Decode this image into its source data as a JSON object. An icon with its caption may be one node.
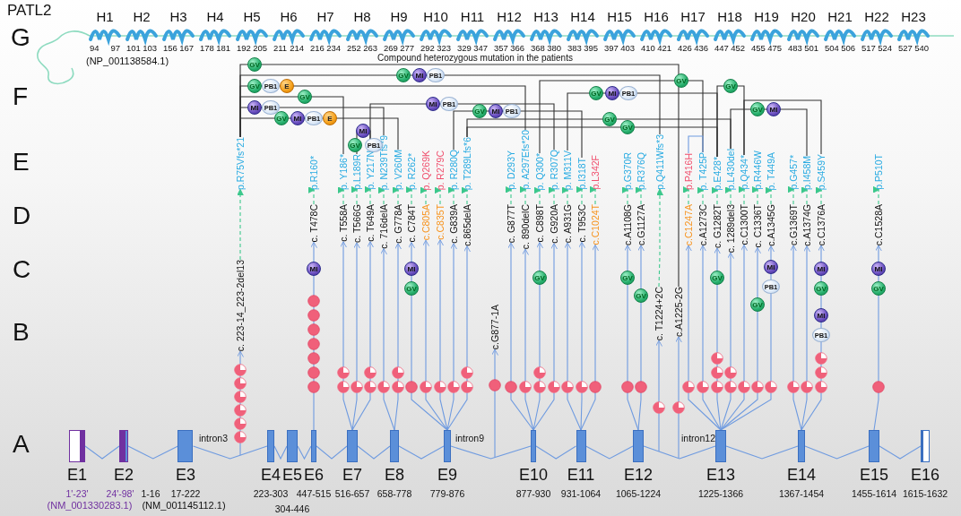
{
  "diagram": {
    "title": "PATL2",
    "nodes": [
      {
        "text": [
          "p.R75Vfs*21"
        ]
      },
      {
        "text": [
          "p.R160*"
        ]
      },
      {
        "text": [
          "p. Y186*"
        ]
      },
      {
        "text": [
          "p.L189R"
        ]
      },
      {
        "text": [
          "p. Y217N"
        ]
      },
      {
        "text": [
          "p. N239Tfs*9"
        ]
      },
      {
        "text": [
          "p. V260M"
        ]
      },
      {
        "text": [
          "p. R262*"
        ]
      },
      {
        "text": [
          "p. Q269K"
        ]
      },
      {
        "text": [
          "p. R279C"
        ]
      },
      {
        "text": [
          "p. R280Q"
        ]
      },
      {
        "text": [
          "p. T289Lfs*6"
        ]
      },
      {
        "text": [
          "p. D293Y"
        ]
      },
      {
        "text": [
          "p. A297Efs*20"
        ]
      },
      {
        "text": [
          "p. Q300*"
        ]
      },
      {
        "text": [
          "p. R307Q"
        ]
      },
      {
        "text": [
          "p. M311V"
        ]
      },
      {
        "text": [
          "p.I318T"
        ]
      },
      {
        "text": [
          "p.L342F"
        ]
      },
      {
        "text": [
          "p.G370R"
        ]
      },
      {
        "text": [
          "p.R376Q"
        ]
      },
      {
        "text": [
          "p.Q411Wfs*3"
        ]
      },
      {
        "text": [
          "p.P416H"
        ]
      },
      {
        "text": [
          "p. T425P"
        ]
      },
      {
        "text": [
          "p.E428*"
        ]
      },
      {
        "text": [
          "p.L430del"
        ]
      },
      {
        "text": [
          "p.Q434*"
        ]
      },
      {
        "text": [
          "p.R446W"
        ]
      },
      {
        "text": [
          "p. T449A"
        ]
      },
      {
        "text": [
          "p.G457*"
        ]
      },
      {
        "text": [
          "p.I458M"
        ]
      },
      {
        "text": [
          "p.S459Y"
        ]
      },
      {
        "text": [
          "p.P510T"
        ]
      },
      {
        "text": [
          "c. 223-14_223-2del13"
        ]
      },
      {
        "text": [
          "c. T478C"
        ]
      },
      {
        "text": [
          "c. T558A"
        ]
      },
      {
        "text": [
          "c. T566G"
        ]
      },
      {
        "text": [
          "c. T649A"
        ]
      },
      {
        "text": [
          "c. 716delA"
        ]
      },
      {
        "text": [
          "c. G778A"
        ]
      },
      {
        "text": [
          "c. C784T"
        ]
      },
      {
        "text": [
          "c.C805A"
        ]
      },
      {
        "text": [
          "c.C835T"
        ]
      },
      {
        "text": [
          "c. G839A"
        ]
      },
      {
        "text": [
          "c.865delA"
        ]
      },
      {
        "text": [
          "c.G877-1A"
        ]
      },
      {
        "text": [
          "c. G877T"
        ]
      },
      {
        "text": [
          "c. 890delC"
        ]
      },
      {
        "text": [
          "c. C898T"
        ]
      },
      {
        "text": [
          "c. G920A"
        ]
      },
      {
        "text": [
          "c. A931G"
        ]
      },
      {
        "text": [
          "c. T953C"
        ]
      },
      {
        "text": [
          "c.C1024T"
        ]
      },
      {
        "text": [
          "c.A1108G"
        ]
      },
      {
        "text": [
          "c.G1127A"
        ]
      },
      {
        "text": [
          "c. T1224+2C"
        ]
      },
      {
        "text": [
          "c.A1225-2G"
        ]
      },
      {
        "text": [
          "c.C1247A"
        ]
      },
      {
        "text": [
          "c.A1273C"
        ]
      },
      {
        "text": [
          "c. G1282T"
        ]
      },
      {
        "text": [
          "c. 1289del3"
        ]
      },
      {
        "text": [
          "c.C1300T"
        ]
      },
      {
        "text": [
          "c. C1336T"
        ]
      },
      {
        "text": [
          "c.A1345G"
        ]
      },
      {
        "text": [
          "c.G1369T"
        ]
      },
      {
        "text": [
          "c.A1374G"
        ]
      },
      {
        "text": [
          "c.C1376A"
        ]
      },
      {
        "text": [
          "c.C1528A"
        ]
      },
      {
        "text": [
          "E1",
          "1'-23'"
        ]
      },
      {
        "text": [
          "E2",
          "24'-98'",
          "1-16"
        ]
      },
      {
        "text": [
          "E3",
          "17-222"
        ]
      },
      {
        "text": [
          "E4",
          "223-303"
        ]
      },
      {
        "text": [
          "E5",
          "304-446"
        ]
      },
      {
        "text": [
          "E6",
          "447-515"
        ]
      },
      {
        "text": [
          "E7",
          "516-657"
        ]
      },
      {
        "text": [
          "E8",
          "658-778"
        ]
      },
      {
        "text": [
          "E9",
          "779-876"
        ]
      },
      {
        "text": [
          "E10",
          "877-930"
        ]
      },
      {
        "text": [
          "E11",
          "931-1064"
        ]
      },
      {
        "text": [
          "E12",
          "1065-1224"
        ]
      },
      {
        "text": [
          "E13",
          "1225-1366"
        ]
      },
      {
        "text": [
          "E14",
          "1367-1454"
        ]
      },
      {
        "text": [
          "E15",
          "1455-1614"
        ]
      },
      {
        "text": [
          "E16",
          "1615-1632"
        ]
      }
    ],
    "edges": [
      {
        "from": 0,
        "to": 56,
        "arrow": "none",
        "label": "GV",
        "color": "#333333"
      },
      {
        "from": 0,
        "to": 21,
        "arrow": "none",
        "label": "GV MI PB1",
        "color": "#333333"
      },
      {
        "from": 0,
        "to": 13,
        "arrow": "none",
        "label": "GV PB1 E",
        "color": "#333333"
      },
      {
        "from": 14,
        "to": 23,
        "arrow": "none",
        "label": "GV",
        "color": "#333333"
      },
      {
        "from": 24,
        "to": 26,
        "arrow": "none",
        "label": "GV",
        "color": "#333333"
      },
      {
        "from": 3,
        "to": 4,
        "arrow": "none",
        "label": "GV MI PB1",
        "color": "#333333"
      },
      {
        "from": 4,
        "to": 15,
        "arrow": "none",
        "label": "MI PB1",
        "color": "#333333"
      },
      {
        "from": 16,
        "to": 24,
        "arrow": "none",
        "label": "GV MI PB1",
        "color": "#333333"
      },
      {
        "from": 0,
        "to": 2,
        "arrow": "none",
        "label": "GV",
        "color": "#333333"
      },
      {
        "from": 10,
        "to": 17,
        "arrow": "none",
        "label": "GV MI PB1",
        "color": "#333333"
      },
      {
        "from": 25,
        "to": 30,
        "arrow": "none",
        "label": "GV MI",
        "color": "#333333"
      },
      {
        "from": 11,
        "to": 25,
        "arrow": "none",
        "label": "GV",
        "color": "#333333"
      },
      {
        "from": 0,
        "to": 5,
        "arrow": "none",
        "label": "MI PB1",
        "color": "#333333"
      },
      {
        "from": 11,
        "to": 24,
        "arrow": "none",
        "label": "GV",
        "color": "#333333"
      },
      {
        "from": 0,
        "to": 6,
        "arrow": "none",
        "label": "GV MI PB1 E",
        "color": "#333333"
      },
      {
        "from": 26,
        "to": 31,
        "arrow": "none",
        "color": "#333333"
      },
      {
        "from": 22,
        "to": 23,
        "arrow": "none"
      },
      {
        "from": 33,
        "to": 0,
        "arrow": "to",
        "style": "dashed",
        "color": "#3cc88c"
      },
      {
        "from": 34,
        "to": 1,
        "arrow": "to",
        "style": "dashed",
        "color": "#3cc88c"
      },
      {
        "from": 35,
        "to": 2,
        "arrow": "to",
        "style": "dashed",
        "color": "#3cc88c"
      },
      {
        "from": 36,
        "to": 3,
        "arrow": "to",
        "style": "dashed",
        "color": "#3cc88c"
      },
      {
        "from": 37,
        "to": 4,
        "arrow": "to",
        "style": "dashed",
        "color": "#3cc88c"
      },
      {
        "from": 38,
        "to": 5,
        "arrow": "to",
        "style": "dashed",
        "color": "#3cc88c"
      },
      {
        "from": 39,
        "to": 6,
        "arrow": "to",
        "style": "dashed",
        "color": "#3cc88c"
      },
      {
        "from": 40,
        "to": 7,
        "arrow": "to",
        "style": "dashed",
        "color": "#3cc88c"
      },
      {
        "from": 41,
        "to": 8,
        "arrow": "to",
        "style": "dashed",
        "color": "#3cc88c"
      },
      {
        "from": 42,
        "to": 9,
        "arrow": "to",
        "style": "dashed",
        "color": "#3cc88c"
      },
      {
        "from": 43,
        "to": 10,
        "arrow": "to",
        "style": "dashed",
        "color": "#3cc88c"
      },
      {
        "from": 44,
        "to": 11,
        "arrow": "to",
        "style": "dashed",
        "color": "#3cc88c"
      },
      {
        "from": 46,
        "to": 12,
        "arrow": "to",
        "style": "dashed",
        "color": "#3cc88c"
      },
      {
        "from": 47,
        "to": 13,
        "arrow": "to",
        "style": "dashed",
        "color": "#3cc88c"
      },
      {
        "from": 48,
        "to": 14,
        "arrow": "to",
        "style": "dashed",
        "color": "#3cc88c"
      },
      {
        "from": 49,
        "to": 15,
        "arrow": "to",
        "style": "dashed",
        "color": "#3cc88c"
      },
      {
        "from": 50,
        "to": 16,
        "arrow": "to",
        "style": "dashed",
        "color": "#3cc88c"
      },
      {
        "from": 51,
        "to": 17,
        "arrow": "to",
        "style": "dashed",
        "color": "#3cc88c"
      },
      {
        "from": 52,
        "to": 18,
        "arrow": "to",
        "style": "dashed",
        "color": "#3cc88c"
      },
      {
        "from": 53,
        "to": 19,
        "arrow": "to",
        "style": "dashed",
        "color": "#3cc88c"
      },
      {
        "from": 54,
        "to": 20,
        "arrow": "to",
        "style": "dashed",
        "color": "#3cc88c"
      },
      {
        "from": 55,
        "to": 21,
        "arrow": "to",
        "style": "dashed",
        "color": "#3cc88c"
      },
      {
        "from": 57,
        "to": 22,
        "arrow": "to",
        "style": "dashed",
        "color": "#3cc88c"
      },
      {
        "from": 58,
        "to": 23,
        "arrow": "to",
        "style": "dashed",
        "color": "#3cc88c"
      },
      {
        "from": 59,
        "to": 24,
        "arrow": "to",
        "style": "dashed",
        "color": "#3cc88c"
      },
      {
        "from": 60,
        "to": 25,
        "arrow": "to",
        "style": "dashed",
        "color": "#3cc88c"
      },
      {
        "from": 61,
        "to": 26,
        "arrow": "to",
        "style": "dashed",
        "color": "#3cc88c"
      },
      {
        "from": 62,
        "to": 27,
        "arrow": "to",
        "style": "dashed",
        "color": "#3cc88c"
      },
      {
        "from": 63,
        "to": 28,
        "arrow": "to",
        "style": "dashed",
        "color": "#3cc88c"
      },
      {
        "from": 64,
        "to": 29,
        "arrow": "to",
        "style": "dashed",
        "color": "#3cc88c"
      },
      {
        "from": 65,
        "to": 30,
        "arrow": "to",
        "style": "dashed",
        "color": "#3cc88c"
      },
      {
        "from": 66,
        "to": 31,
        "arrow": "to",
        "style": "dashed",
        "color": "#3cc88c"
      },
      {
        "from": 67,
        "to": 32,
        "arrow": "to",
        "style": "dashed",
        "color": "#3cc88c"
      },
      {
        "from": null,
        "to": 33,
        "arrow": "to"
      },
      {
        "from": 73,
        "to": 34,
        "arrow": "to",
        "label": "MI"
      },
      {
        "from": 74,
        "to": 35,
        "arrow": "to"
      },
      {
        "from": 74,
        "to": 36,
        "arrow": "to"
      },
      {
        "from": 74,
        "to": 37,
        "arrow": "to"
      },
      {
        "from": 75,
        "to": 38,
        "arrow": "to"
      },
      {
        "from": 75,
        "to": 39,
        "arrow": "to"
      },
      {
        "from": 76,
        "to": 40,
        "arrow": "to",
        "label": "MI GV"
      },
      {
        "from": 76,
        "to": 41,
        "arrow": "to"
      },
      {
        "from": 76,
        "to": 42,
        "arrow": "to"
      },
      {
        "from": 76,
        "to": 43,
        "arrow": "to"
      },
      {
        "from": 76,
        "to": 44,
        "arrow": "to"
      },
      {
        "from": null,
        "to": 45,
        "arrow": "to"
      },
      {
        "from": 77,
        "to": 46,
        "arrow": "to"
      },
      {
        "from": 77,
        "to": 47,
        "arrow": "to"
      },
      {
        "from": 77,
        "to": 48,
        "arrow": "to",
        "label": "GV"
      },
      {
        "from": 77,
        "to": 49,
        "arrow": "to"
      },
      {
        "from": 78,
        "to": 50,
        "arrow": "to"
      },
      {
        "from": 78,
        "to": 51,
        "arrow": "to"
      },
      {
        "from": 78,
        "to": 52,
        "arrow": "to"
      },
      {
        "from": 79,
        "to": 53,
        "arrow": "to",
        "label": "GV"
      },
      {
        "from": 79,
        "to": 54,
        "arrow": "to",
        "label": "GV"
      },
      {
        "from": null,
        "to": 55,
        "arrow": "to"
      },
      {
        "from": null,
        "to": 56,
        "arrow": "to"
      },
      {
        "from": 80,
        "to": 57,
        "arrow": "to"
      },
      {
        "from": 80,
        "to": 58,
        "arrow": "to"
      },
      {
        "from": 80,
        "to": 59,
        "arrow": "to",
        "label": "GV"
      },
      {
        "from": 80,
        "to": 60,
        "arrow": "to"
      },
      {
        "from": 80,
        "to": 61,
        "arrow": "to"
      },
      {
        "from": 80,
        "to": 62,
        "arrow": "to",
        "label": "GV"
      },
      {
        "from": 80,
        "to": 63,
        "arrow": "to",
        "label": "MI PB1"
      },
      {
        "from": 81,
        "to": 64,
        "arrow": "to"
      },
      {
        "from": 81,
        "to": 65,
        "arrow": "to"
      },
      {
        "from": 81,
        "to": 66,
        "arrow": "to",
        "label": "MI GV MI PB1"
      },
      {
        "from": 82,
        "to": 67,
        "arrow": "to",
        "label": "MI GV"
      },
      {
        "from": 68,
        "to": 69,
        "arrow": "none"
      },
      {
        "from": 69,
        "to": 70,
        "arrow": "none"
      },
      {
        "from": 70,
        "to": 71,
        "arrow": "none"
      },
      {
        "from": 71,
        "to": 72,
        "arrow": "none"
      },
      {
        "from": 72,
        "to": 73,
        "arrow": "none"
      },
      {
        "from": 73,
        "to": 74,
        "arrow": "none"
      },
      {
        "from": 74,
        "to": 75,
        "arrow": "none"
      },
      {
        "from": 75,
        "to": 76,
        "arrow": "none"
      },
      {
        "from": 76,
        "to": 77,
        "arrow": "none"
      },
      {
        "from": 77,
        "to": 78,
        "arrow": "none"
      },
      {
        "from": 78,
        "to": 79,
        "arrow": "none"
      },
      {
        "from": 79,
        "to": 80,
        "arrow": "none"
      },
      {
        "from": 80,
        "to": 81,
        "arrow": "none"
      },
      {
        "from": 81,
        "to": 82,
        "arrow": "none"
      },
      {
        "from": 82,
        "to": 83,
        "arrow": "none"
      }
    ],
    "labels": [
      "H1",
      "H2",
      "H3",
      "H4",
      "H5",
      "H6",
      "H7",
      "H8",
      "H9",
      "H10",
      "H11",
      "H12",
      "H13",
      "H14",
      "H15",
      "H16",
      "H17",
      "H18",
      "H19",
      "H20",
      "H21",
      "H22",
      "H23",
      "G",
      "94",
      "97",
      "101",
      "103",
      "156",
      "167",
      "178",
      "181",
      "192",
      "205",
      "211",
      "214",
      "216",
      "234",
      "252",
      "263",
      "269",
      "277",
      "292",
      "323",
      "329",
      "347",
      "357",
      "366",
      "368",
      "380",
      "383",
      "395",
      "397",
      "403",
      "410",
      "421",
      "426",
      "436",
      "447",
      "452",
      "455",
      "475",
      "483",
      "501",
      "504",
      "506",
      "517",
      "524",
      "527",
      "540",
      "(NP_001138584.1)",
      "F",
      "Compound heterozygous mutation in the patients",
      "E",
      "D",
      "C",
      "B",
      "intron3",
      "intron9",
      "intron12",
      "A",
      "(NM_001330283.1)",
      "(NM_001145112.1)"
    ]
  }
}
